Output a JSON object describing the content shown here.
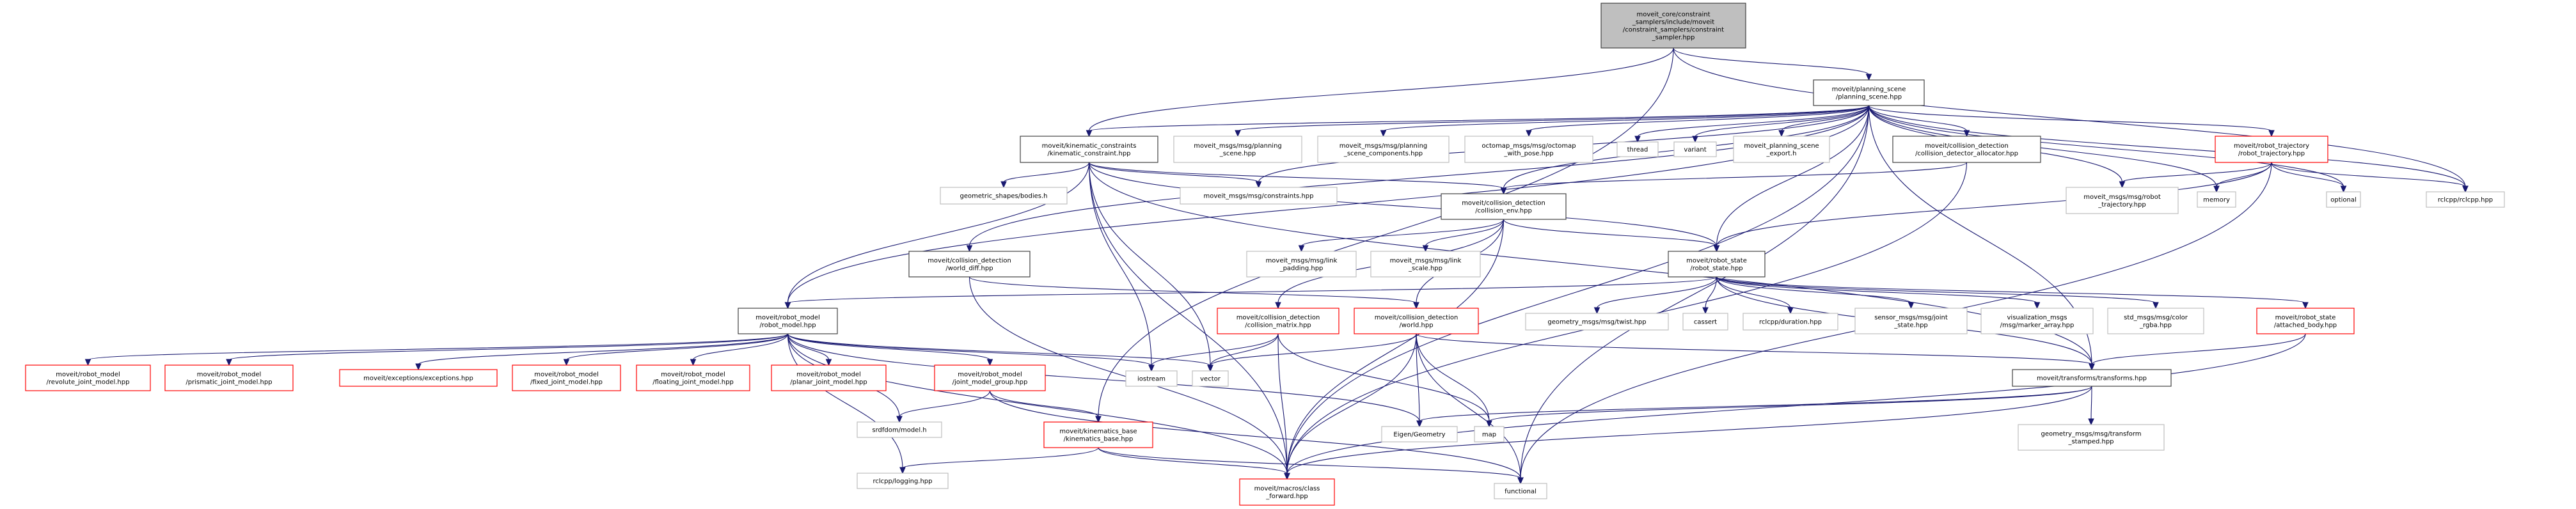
{
  "graph": {
    "title": "Include dependency graph for constraint_sampler.hpp",
    "colors": {
      "edge": "#191970",
      "root_fill": "#bfbfbf",
      "root_border": "#404040",
      "documented_border": "#404040",
      "missing_border": "#bfbfbf",
      "truncated_border": "#ff0000",
      "fill": "#ffffff"
    },
    "nodes": [
      {
        "id": "root",
        "kind": "root",
        "label": [
          "moveit_core/constraint",
          "_samplers/include/moveit",
          "/constraint_samplers/constraint",
          "_sampler.hpp"
        ]
      },
      {
        "id": "planning_scene",
        "kind": "doc",
        "label": [
          "moveit/planning_scene",
          "/planning_scene.hpp"
        ]
      },
      {
        "id": "kinematic_constraint",
        "kind": "doc",
        "label": [
          "moveit/kinematic_constraints",
          "/kinematic_constraint.hpp"
        ]
      },
      {
        "id": "msg_planning_scene",
        "kind": "ext",
        "label": [
          "moveit_msgs/msg/planning",
          "_scene.hpp"
        ]
      },
      {
        "id": "msg_planning_scene_components",
        "kind": "ext",
        "label": [
          "moveit_msgs/msg/planning",
          "_scene_components.hpp"
        ]
      },
      {
        "id": "octomap_with_pose",
        "kind": "ext",
        "label": [
          "octomap_msgs/msg/octomap",
          "_with_pose.hpp"
        ]
      },
      {
        "id": "thread",
        "kind": "ext",
        "label": [
          "thread"
        ]
      },
      {
        "id": "variant",
        "kind": "ext",
        "label": [
          "variant"
        ]
      },
      {
        "id": "planning_scene_export",
        "kind": "ext",
        "label": [
          "moveit_planning_scene",
          "_export.h"
        ]
      },
      {
        "id": "collision_detector_allocator",
        "kind": "doc",
        "label": [
          "moveit/collision_detection",
          "/collision_detector_allocator.hpp"
        ]
      },
      {
        "id": "robot_trajectory",
        "kind": "trunc",
        "label": [
          "moveit/robot_trajectory",
          "/robot_trajectory.hpp"
        ]
      },
      {
        "id": "geometric_shapes_bodies",
        "kind": "ext",
        "label": [
          "geometric_shapes/bodies.h"
        ]
      },
      {
        "id": "msg_constraints",
        "kind": "ext",
        "label": [
          "moveit_msgs/msg/constraints.hpp"
        ]
      },
      {
        "id": "collision_env",
        "kind": "doc",
        "label": [
          "moveit/collision_detection",
          "/collision_env.hpp"
        ]
      },
      {
        "id": "msg_robot_trajectory",
        "kind": "ext",
        "label": [
          "moveit_msgs/msg/robot",
          "_trajectory.hpp"
        ]
      },
      {
        "id": "memory",
        "kind": "ext",
        "label": [
          "memory"
        ]
      },
      {
        "id": "optional",
        "kind": "ext",
        "label": [
          "optional"
        ]
      },
      {
        "id": "rclcpp",
        "kind": "ext",
        "label": [
          "rclcpp/rclcpp.hpp"
        ]
      },
      {
        "id": "world_diff",
        "kind": "doc",
        "label": [
          "moveit/collision_detection",
          "/world_diff.hpp"
        ]
      },
      {
        "id": "msg_link_padding",
        "kind": "ext",
        "label": [
          "moveit_msgs/msg/link",
          "_padding.hpp"
        ]
      },
      {
        "id": "msg_link_scale",
        "kind": "ext",
        "label": [
          "moveit_msgs/msg/link",
          "_scale.hpp"
        ]
      },
      {
        "id": "robot_state",
        "kind": "doc",
        "label": [
          "moveit/robot_state",
          "/robot_state.hpp"
        ]
      },
      {
        "id": "robot_model",
        "kind": "doc",
        "label": [
          "moveit/robot_model",
          "/robot_model.hpp"
        ]
      },
      {
        "id": "collision_matrix",
        "kind": "trunc",
        "label": [
          "moveit/collision_detection",
          "/collision_matrix.hpp"
        ]
      },
      {
        "id": "world",
        "kind": "trunc",
        "label": [
          "moveit/collision_detection",
          "/world.hpp"
        ]
      },
      {
        "id": "twist",
        "kind": "ext",
        "label": [
          "geometry_msgs/msg/twist.hpp"
        ]
      },
      {
        "id": "cassert",
        "kind": "ext",
        "label": [
          "cassert"
        ]
      },
      {
        "id": "rclcpp_duration",
        "kind": "ext",
        "label": [
          "rclcpp/duration.hpp"
        ]
      },
      {
        "id": "joint_state",
        "kind": "ext",
        "label": [
          "sensor_msgs/msg/joint",
          "_state.hpp"
        ]
      },
      {
        "id": "marker_array",
        "kind": "ext",
        "label": [
          "visualization_msgs",
          "/msg/marker_array.hpp"
        ]
      },
      {
        "id": "color_rgba",
        "kind": "ext",
        "label": [
          "std_msgs/msg/color",
          "_rgba.hpp"
        ]
      },
      {
        "id": "attached_body",
        "kind": "trunc",
        "label": [
          "moveit/robot_state",
          "/attached_body.hpp"
        ]
      },
      {
        "id": "revolute_joint_model",
        "kind": "trunc",
        "label": [
          "moveit/robot_model",
          "/revolute_joint_model.hpp"
        ]
      },
      {
        "id": "prismatic_joint_model",
        "kind": "trunc",
        "label": [
          "moveit/robot_model",
          "/prismatic_joint_model.hpp"
        ]
      },
      {
        "id": "exceptions",
        "kind": "trunc",
        "label": [
          "moveit/exceptions/exceptions.hpp"
        ]
      },
      {
        "id": "fixed_joint_model",
        "kind": "trunc",
        "label": [
          "moveit/robot_model",
          "/fixed_joint_model.hpp"
        ]
      },
      {
        "id": "floating_joint_model",
        "kind": "trunc",
        "label": [
          "moveit/robot_model",
          "/floating_joint_model.hpp"
        ]
      },
      {
        "id": "planar_joint_model",
        "kind": "trunc",
        "label": [
          "moveit/robot_model",
          "/planar_joint_model.hpp"
        ]
      },
      {
        "id": "joint_model_group",
        "kind": "trunc",
        "label": [
          "moveit/robot_model",
          "/joint_model_group.hpp"
        ]
      },
      {
        "id": "iostream",
        "kind": "ext",
        "label": [
          "iostream"
        ]
      },
      {
        "id": "vector",
        "kind": "ext",
        "label": [
          "vector"
        ]
      },
      {
        "id": "transforms",
        "kind": "doc",
        "label": [
          "moveit/transforms/transforms.hpp"
        ]
      },
      {
        "id": "srdfdom_model",
        "kind": "ext",
        "label": [
          "srdfdom/model.h"
        ]
      },
      {
        "id": "kinematics_base",
        "kind": "trunc",
        "label": [
          "moveit/kinematics_base",
          "/kinematics_base.hpp"
        ]
      },
      {
        "id": "eigen_geometry",
        "kind": "ext",
        "label": [
          "Eigen/Geometry"
        ]
      },
      {
        "id": "map",
        "kind": "ext",
        "label": [
          "map"
        ]
      },
      {
        "id": "transform_stamped",
        "kind": "ext",
        "label": [
          "geometry_msgs/msg/transform",
          "_stamped.hpp"
        ]
      },
      {
        "id": "rclcpp_logging",
        "kind": "ext",
        "label": [
          "rclcpp/logging.hpp"
        ]
      },
      {
        "id": "class_forward",
        "kind": "trunc",
        "label": [
          "moveit/macros/class",
          "_forward.hpp"
        ]
      },
      {
        "id": "functional",
        "kind": "ext",
        "label": [
          "functional"
        ]
      }
    ],
    "edges": [
      [
        "root",
        "planning_scene"
      ],
      [
        "root",
        "kinematic_constraint"
      ],
      [
        "root",
        "rclcpp"
      ],
      [
        "root",
        "kinematics_base"
      ],
      [
        "planning_scene",
        "kinematic_constraint"
      ],
      [
        "planning_scene",
        "msg_planning_scene"
      ],
      [
        "planning_scene",
        "msg_planning_scene_components"
      ],
      [
        "planning_scene",
        "octomap_with_pose"
      ],
      [
        "planning_scene",
        "thread"
      ],
      [
        "planning_scene",
        "variant"
      ],
      [
        "planning_scene",
        "planning_scene_export"
      ],
      [
        "planning_scene",
        "collision_detector_allocator"
      ],
      [
        "planning_scene",
        "robot_trajectory"
      ],
      [
        "planning_scene",
        "collision_env"
      ],
      [
        "planning_scene",
        "world_diff"
      ],
      [
        "planning_scene",
        "robot_model"
      ],
      [
        "planning_scene",
        "robot_state"
      ],
      [
        "planning_scene",
        "msg_robot_trajectory"
      ],
      [
        "planning_scene",
        "memory"
      ],
      [
        "planning_scene",
        "optional"
      ],
      [
        "planning_scene",
        "rclcpp"
      ],
      [
        "planning_scene",
        "transforms"
      ],
      [
        "planning_scene",
        "class_forward"
      ],
      [
        "planning_scene",
        "functional"
      ],
      [
        "planning_scene",
        "msg_constraints"
      ],
      [
        "kinematic_constraint",
        "geometric_shapes_bodies"
      ],
      [
        "kinematic_constraint",
        "msg_constraints"
      ],
      [
        "kinematic_constraint",
        "collision_env"
      ],
      [
        "kinematic_constraint",
        "robot_model"
      ],
      [
        "kinematic_constraint",
        "robot_state"
      ],
      [
        "kinematic_constraint",
        "iostream"
      ],
      [
        "kinematic_constraint",
        "vector"
      ],
      [
        "kinematic_constraint",
        "class_forward"
      ],
      [
        "kinematic_constraint",
        "transforms"
      ],
      [
        "collision_detector_allocator",
        "collision_env"
      ],
      [
        "collision_detector_allocator",
        "class_forward"
      ],
      [
        "robot_trajectory",
        "robot_state"
      ],
      [
        "robot_trajectory",
        "msg_robot_trajectory"
      ],
      [
        "robot_trajectory",
        "memory"
      ],
      [
        "robot_trajectory",
        "optional"
      ],
      [
        "robot_trajectory",
        "rclcpp"
      ],
      [
        "robot_trajectory",
        "functional"
      ],
      [
        "collision_env",
        "collision_matrix"
      ],
      [
        "collision_env",
        "world"
      ],
      [
        "collision_env",
        "robot_state"
      ],
      [
        "collision_env",
        "msg_link_padding"
      ],
      [
        "collision_env",
        "msg_link_scale"
      ],
      [
        "collision_env",
        "class_forward"
      ],
      [
        "world_diff",
        "world"
      ],
      [
        "world_diff",
        "class_forward"
      ],
      [
        "robot_state",
        "robot_model"
      ],
      [
        "robot_state",
        "attached_body"
      ],
      [
        "robot_state",
        "transforms"
      ],
      [
        "robot_state",
        "twist"
      ],
      [
        "robot_state",
        "cassert"
      ],
      [
        "robot_state",
        "rclcpp_duration"
      ],
      [
        "robot_state",
        "joint_state"
      ],
      [
        "robot_state",
        "marker_array"
      ],
      [
        "robot_state",
        "color_rgba"
      ],
      [
        "attached_body",
        "transforms"
      ],
      [
        "attached_body",
        "class_forward"
      ],
      [
        "collision_matrix",
        "iostream"
      ],
      [
        "collision_matrix",
        "vector"
      ],
      [
        "collision_matrix",
        "map"
      ],
      [
        "collision_matrix",
        "class_forward"
      ],
      [
        "world",
        "vector"
      ],
      [
        "world",
        "map"
      ],
      [
        "world",
        "eigen_geometry"
      ],
      [
        "world",
        "transforms"
      ],
      [
        "world",
        "class_forward"
      ],
      [
        "world",
        "functional"
      ],
      [
        "robot_model",
        "revolute_joint_model"
      ],
      [
        "robot_model",
        "prismatic_joint_model"
      ],
      [
        "robot_model",
        "exceptions"
      ],
      [
        "robot_model",
        "fixed_joint_model"
      ],
      [
        "robot_model",
        "floating_joint_model"
      ],
      [
        "robot_model",
        "planar_joint_model"
      ],
      [
        "robot_model",
        "joint_model_group"
      ],
      [
        "robot_model",
        "iostream"
      ],
      [
        "robot_model",
        "vector"
      ],
      [
        "robot_model",
        "srdfdom_model"
      ],
      [
        "robot_model",
        "eigen_geometry"
      ],
      [
        "robot_model",
        "rclcpp_logging"
      ],
      [
        "robot_model",
        "class_forward"
      ],
      [
        "joint_model_group",
        "kinematics_base"
      ],
      [
        "joint_model_group",
        "srdfdom_model"
      ],
      [
        "joint_model_group",
        "functional"
      ],
      [
        "kinematics_base",
        "rclcpp_logging"
      ],
      [
        "kinematics_base",
        "class_forward"
      ],
      [
        "kinematics_base",
        "functional"
      ],
      [
        "transforms",
        "eigen_geometry"
      ],
      [
        "transforms",
        "map"
      ],
      [
        "transforms",
        "transform_stamped"
      ],
      [
        "transforms",
        "class_forward"
      ]
    ]
  }
}
